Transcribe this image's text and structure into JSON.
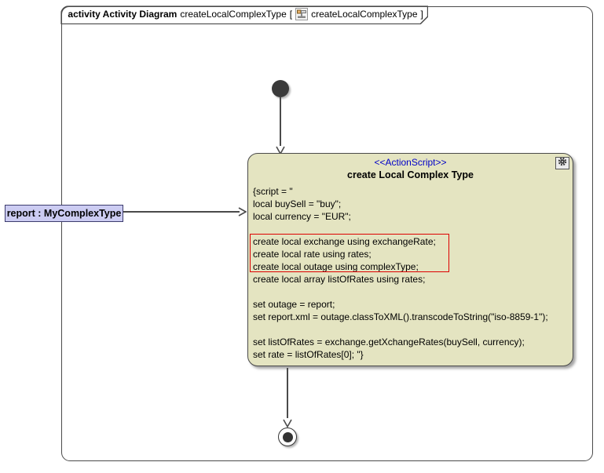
{
  "frame": {
    "heading": "activity Activity Diagram",
    "diagram_name": "createLocalComplexType",
    "open_bracket": "[",
    "ref_name": "createLocalComplexType",
    "close_bracket": "]"
  },
  "action": {
    "stereotype": "<<ActionScript>>",
    "title": "create Local Complex Type",
    "script_lines": [
      "{script = \"",
      "local buySell = \"buy\";",
      "local currency = \"EUR\";",
      "",
      "create local exchange using exchangeRate;",
      "create local rate using rates;",
      "create local outage using complexType;",
      "create local array listOfRates using rates;",
      "",
      "set outage = report;",
      "set report.xml = outage.classToXML().transcodeToString(\"iso-8859-1\");",
      "",
      "set listOfRates = exchange.getXchangeRates(buySell, currency);",
      "set rate = listOfRates[0]; \"}"
    ],
    "highlighted_lines": [
      "create local exchange using exchangeRate;",
      "create local rate using rates;",
      "create local outage using complexType;"
    ]
  },
  "input_pin": {
    "label": "report : MyComplexType"
  },
  "colors": {
    "action_fill": "#e4e4c1",
    "action_border": "#4a4a4a",
    "stereotype_text": "#0000c8",
    "highlight_border": "#dd0000",
    "pin_label_fill": "#ccccf2",
    "pin_label_border": "#3c3c6e",
    "frame_border": "#4a4a4a",
    "node_fill_dark": "#3a3a3a",
    "background": "#ffffff"
  }
}
